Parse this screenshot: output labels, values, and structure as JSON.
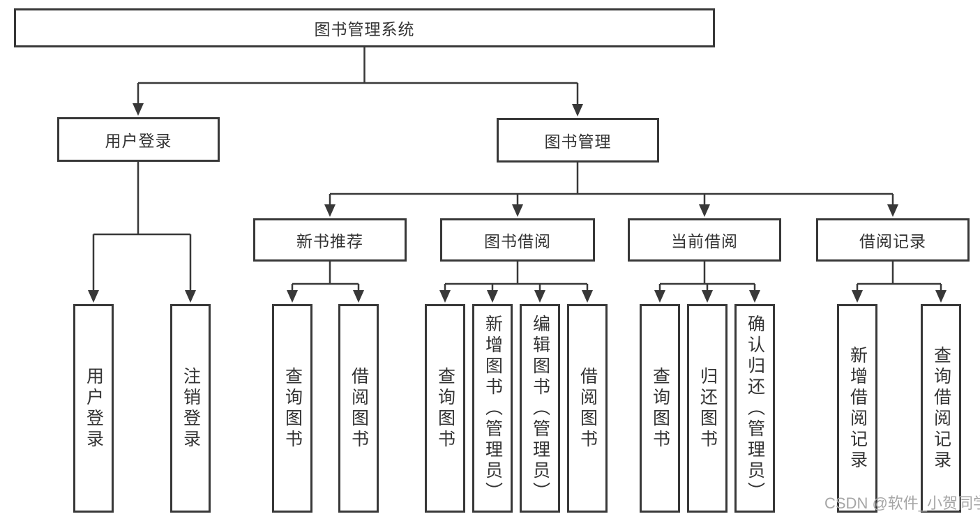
{
  "diagram_title": "图书管理系统",
  "colors": {
    "line": "#383838",
    "box_border": "#383838",
    "box_background": "#ffffff",
    "text": "#333333",
    "watermark": "#a6a6a6",
    "page_background": "#ffffff"
  },
  "nodes": {
    "root": "图书管理系统",
    "user_login": "用户登录",
    "book_management": "图书管理",
    "new_book_recommend": "新书推荐",
    "book_borrowing": "图书借阅",
    "current_borrowing": "当前借阅",
    "borrowing_records": "借阅记录",
    "ul_user_login": "用户登录",
    "ul_logout": "注销登录",
    "nb_query_books": "查询图书",
    "nb_borrow_books": "借阅图书",
    "bb_query_books": "查询图书",
    "bb_add_books": "新增图书（管理员）",
    "bb_edit_books": "编辑图书（管理员）",
    "bb_borrow_books": "借阅图书",
    "cb_query_books": "查询图书",
    "cb_return_books": "归还图书",
    "cb_confirm_return": "确认归还（管理员）",
    "br_add_record": "新增借阅记录",
    "br_query_record": "查询借阅记录"
  },
  "hierarchy": {
    "图书管理系统": {
      "用户登录": [
        "用户登录",
        "注销登录"
      ],
      "图书管理": {
        "新书推荐": [
          "查询图书",
          "借阅图书"
        ],
        "图书借阅": [
          "查询图书",
          "新增图书（管理员）",
          "编辑图书（管理员）",
          "借阅图书"
        ],
        "当前借阅": [
          "查询图书",
          "归还图书",
          "确认归还（管理员）"
        ],
        "借阅记录": [
          "新增借阅记录",
          "查询借阅记录"
        ]
      }
    }
  },
  "watermark": {
    "text": "CSDN @软件_小贺同学"
  }
}
